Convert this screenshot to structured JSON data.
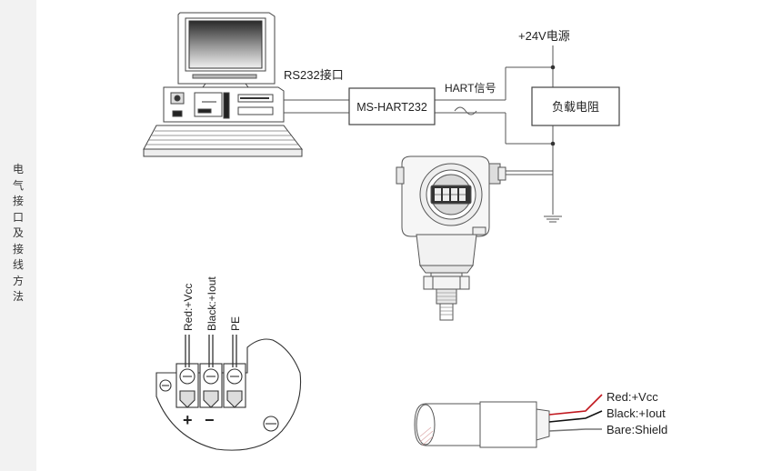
{
  "sidebar": {
    "title": "电气接口及接线方法"
  },
  "diagram": {
    "power_supply_label": "+24V电源",
    "rs232_label": "RS232接口",
    "modem_label": "MS-HART232",
    "hart_signal_label": "HART信号",
    "load_resistor_label": "负载电阻",
    "terminal_wires": [
      "Red:+Vcc",
      "Black:+Iout",
      "PE"
    ],
    "terminal_polarity": [
      "+",
      "−"
    ],
    "cable_wires": [
      "Red:+Vcc",
      "Black:+Iout",
      "Bare:Shield"
    ],
    "cable_wire_colors": [
      "#c0161d",
      "#111111",
      "#777777"
    ],
    "line_color": "#555555",
    "sidebar_bg": "#f2f2f2"
  }
}
